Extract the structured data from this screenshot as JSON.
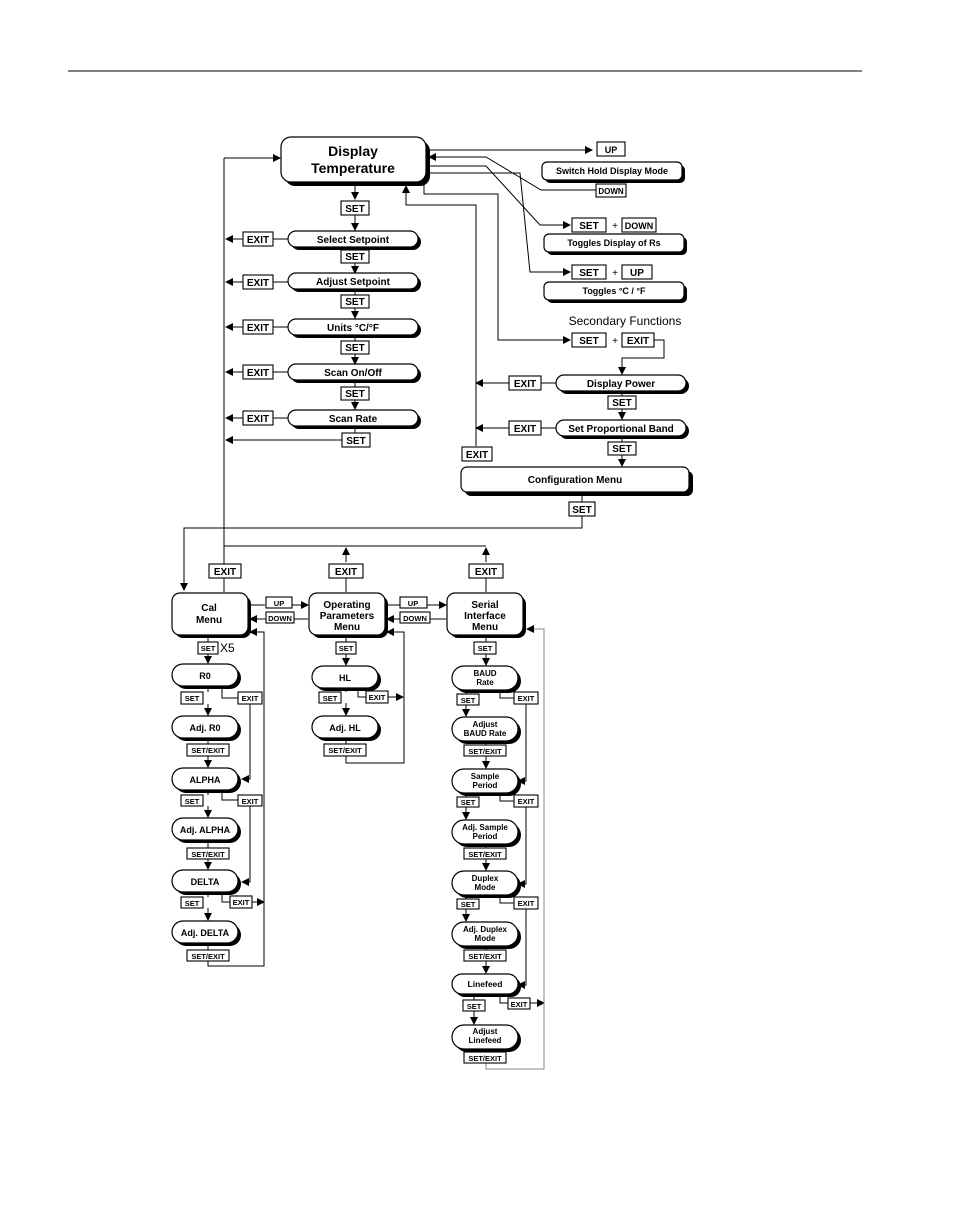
{
  "main": {
    "display_temperature": [
      "Display",
      "Temperature"
    ],
    "up": "UP",
    "down": "DOWN",
    "switch_hold": "Switch Hold Display Mode",
    "set": "SET",
    "plus": "+",
    "toggles_rs": "Toggles Display of Rs",
    "toggles_cf": "Toggles °C / °F",
    "secondary_functions": "Secondary Functions",
    "exit": "EXIT",
    "select_setpoint": "Select Setpoint",
    "adjust_setpoint": "Adjust Setpoint",
    "units": "Units °C/°F",
    "scan_onoff": "Scan On/Off",
    "scan_rate": "Scan Rate",
    "display_power": "Display Power",
    "set_prop_band": "Set Proportional Band",
    "config_menu": "Configuration Menu"
  },
  "config": {
    "cal_menu": [
      "Cal",
      "Menu"
    ],
    "op_menu": [
      "Operating",
      "Parameters",
      "Menu"
    ],
    "serial_menu": [
      "Serial",
      "Interface",
      "Menu"
    ],
    "x5": "X5",
    "set_exit": "SET/EXIT",
    "cal_items": [
      "R0",
      "Adj. R0",
      "ALPHA",
      "Adj. ALPHA",
      "DELTA",
      "Adj. DELTA"
    ],
    "op_items": [
      "HL",
      "Adj. HL"
    ],
    "baud": [
      "BAUD",
      "Rate"
    ],
    "adj_baud": [
      "Adjust",
      "BAUD Rate"
    ],
    "sample": [
      "Sample",
      "Period"
    ],
    "adj_sample": [
      "Adj. Sample",
      "Period"
    ],
    "duplex": [
      "Duplex",
      "Mode"
    ],
    "adj_duplex": [
      "Adj. Duplex",
      "Mode"
    ],
    "linefeed": "Linefeed",
    "adj_linefeed": [
      "Adjust",
      "Linefeed"
    ]
  }
}
